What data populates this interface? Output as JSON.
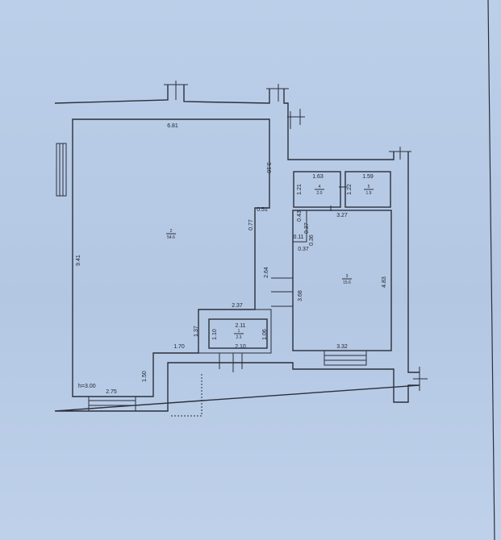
{
  "plan": {
    "ceiling_height": "h=3.00",
    "rooms": [
      {
        "id": "room-1",
        "number": "1",
        "area": "2.3"
      },
      {
        "id": "room-2",
        "number": "2",
        "area": "54.6"
      },
      {
        "id": "room-3",
        "number": "3",
        "area": "15.6"
      },
      {
        "id": "room-4",
        "number": "4",
        "area": "2.0"
      },
      {
        "id": "room-5",
        "number": "5",
        "area": "1.9"
      }
    ],
    "dimensions": {
      "d_6_81": "6.81",
      "d_3_10": "3.10",
      "d_9_41": "9.41",
      "d_0_51": "0.51",
      "d_0_77": "0.77",
      "d_2_64": "2.64",
      "d_2_37": "2.37",
      "d_1_37": "1.37",
      "d_1_70": "1.70",
      "d_1_50": "1.50",
      "d_2_75": "2.75",
      "d_2_11": "2.11",
      "d_1_10": "1.10",
      "d_1_06": "1.06",
      "d_2_10": "2.10",
      "d_1_63": "1.63",
      "d_1_59": "1.59",
      "d_1_21": "1.21",
      "d_1_22": "1.22",
      "d_0_43": "0.43",
      "d_0_37a": "0.37",
      "d_3_27": "3.27",
      "d_0_11": "0.11",
      "d_0_36": "0.36",
      "d_0_37b": "0.37",
      "d_3_68": "3.68",
      "d_4_83": "4.83",
      "d_3_32": "3.32"
    }
  }
}
